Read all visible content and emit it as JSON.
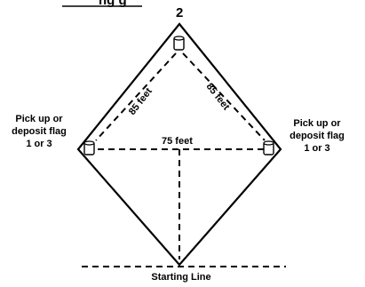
{
  "header": {
    "title_fragment": "ng g"
  },
  "diagram": {
    "top_marker": "2",
    "left_label_line1": "Pick up or",
    "left_label_line2": "deposit flag",
    "left_label_line3": "1 or 3",
    "right_label_line1": "Pick up or",
    "right_label_line2": "deposit flag",
    "right_label_line3": "1 or 3",
    "left_diagonal_distance": "85 feet",
    "right_diagonal_distance": "85 feet",
    "horizontal_distance": "75 feet",
    "bottom_label": "Starting Line",
    "line_color": "#000000"
  }
}
